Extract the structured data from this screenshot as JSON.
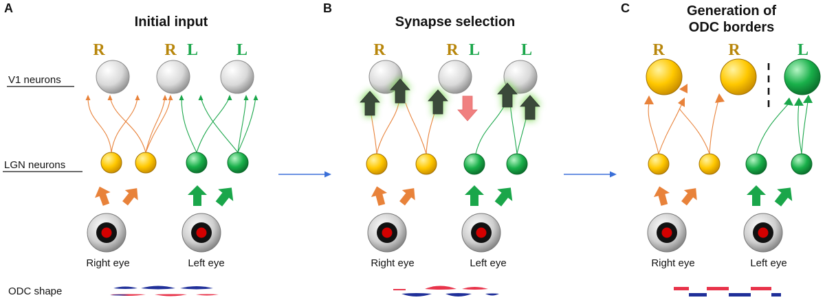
{
  "row_labels": {
    "v1": "V1 neurons",
    "lgn": "LGN neurons",
    "odc": "ODC shape"
  },
  "colors": {
    "right_eye": "#b8860b",
    "left_eye": "#1aa64a",
    "orange_axon": "#e8823a",
    "green_axon": "#1aa64a",
    "odc_red": "#e8334a",
    "odc_blue": "#1f2f99",
    "flow_arrow": "#3a6fd8"
  },
  "panels": [
    {
      "letter": "A",
      "title_lines": [
        "Initial input"
      ],
      "v1_labels": [
        "R",
        "R",
        "L",
        "L"
      ],
      "eye_labels": [
        "Right eye",
        "Left eye"
      ]
    },
    {
      "letter": "B",
      "title_lines": [
        "Synapse selection"
      ],
      "v1_labels": [
        "R",
        "R",
        "L",
        "L"
      ],
      "eye_labels": [
        "Right eye",
        "Left eye"
      ]
    },
    {
      "letter": "C",
      "title_lines": [
        "Generation of",
        "ODC borders"
      ],
      "v1_labels": [
        "R",
        "R",
        "L"
      ],
      "eye_labels": [
        "Right eye",
        "Left eye"
      ]
    }
  ]
}
